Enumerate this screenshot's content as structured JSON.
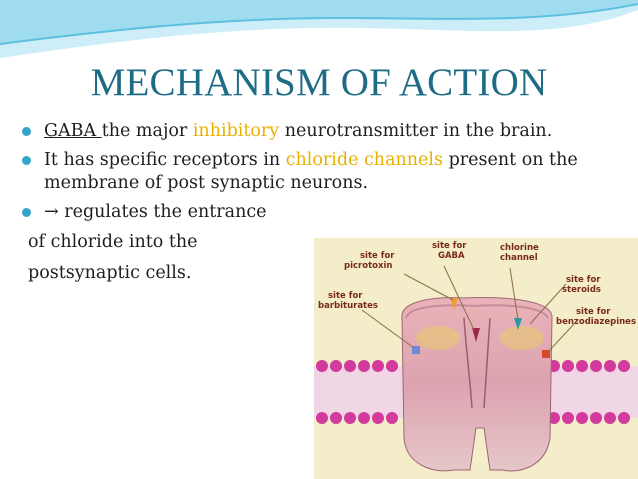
{
  "slide": {
    "title": "MECHANISM OF ACTION",
    "bullets": [
      {
        "parts": [
          "GABA ",
          "the major ",
          "inhibitory",
          " neurotransmitter in the brain."
        ]
      },
      {
        "parts": [
          "It has specific receptors in ",
          "chloride channels",
          " present on the membrane of post synaptic neurons."
        ]
      },
      {
        "parts": [
          "→ regulates the entrance"
        ]
      }
    ],
    "continuation": [
      "of chloride into the",
      "postsynaptic cells."
    ]
  },
  "figure": {
    "labels": {
      "picrotoxin": [
        "site for",
        "picrotoxin"
      ],
      "gaba": [
        "site for",
        "GABA"
      ],
      "chlorine": [
        "chlorine",
        "channel"
      ],
      "steroids": [
        "site for",
        "steroids"
      ],
      "barbiturates": [
        "site for",
        "barbiturates"
      ],
      "benzodiazepines": [
        "site for",
        "benzodiazepines"
      ]
    }
  },
  "colors": {
    "title": "#1d6b85",
    "highlight": "#e8b100",
    "bullet": "#33a6c9",
    "wave": "#8fd3ea"
  }
}
